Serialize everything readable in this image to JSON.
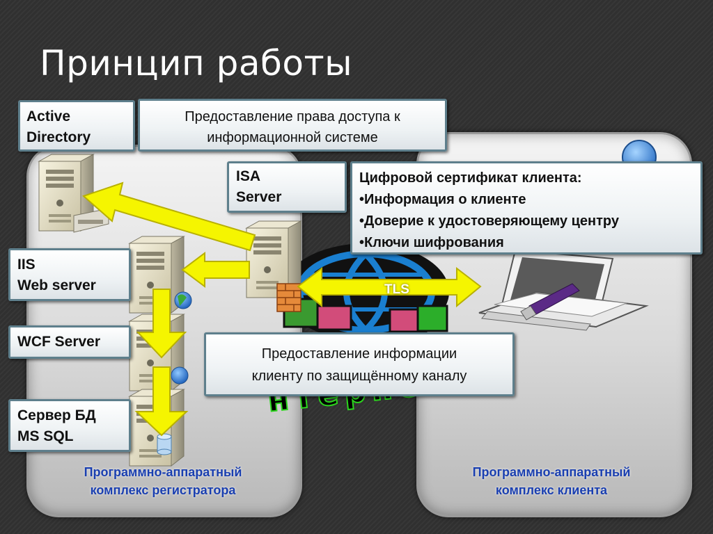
{
  "slide": {
    "title": "Принцип работы"
  },
  "callouts": {
    "active_directory": [
      "Active",
      "Directory"
    ],
    "grant_access": [
      "Предоставление права доступа к",
      "информационной системе"
    ],
    "isa_server": [
      "ISA",
      "Server"
    ],
    "client_certificate": [
      "Цифровой сертификат клиента:",
      "•Информация о клиенте",
      "•Доверие к удостоверяющему центру",
      "•Ключи шифрования"
    ],
    "iis": [
      "IIS",
      "Web server"
    ],
    "wcf": "WCF Server",
    "info_provision": [
      "Предоставление информации",
      "клиенту по защищённому каналу"
    ],
    "db_server": [
      "Сервер БД",
      "MS SQL"
    ]
  },
  "panels": {
    "registrar": {
      "caption": [
        "Программно-аппаратный",
        "комплекс регистратора"
      ]
    },
    "client": {
      "caption": [
        "Программно-аппаратный",
        "комплекс клиента"
      ]
    }
  },
  "arrows": {
    "tls_label": "TLS"
  },
  "watermark": {
    "internet_fragment": "нтерне"
  },
  "icons": [
    "server-tower-icon",
    "globe-icon",
    "firewall-icon",
    "database-icon",
    "laptop-icon",
    "usb-token-icon",
    "internet-globe-icon"
  ],
  "colors": {
    "background": "#333333",
    "arrow_yellow": "#f5f500",
    "caption_blue": "#1a3fb0",
    "callout_border": "#5e7f8c",
    "internet_green": "#2bd61d"
  }
}
